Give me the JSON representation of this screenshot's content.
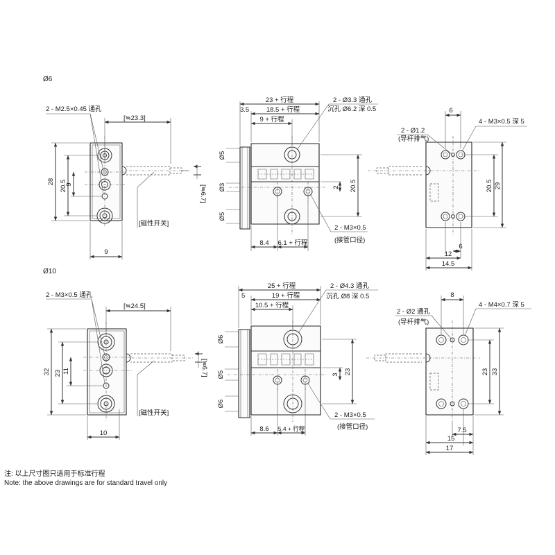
{
  "sections": {
    "d6": "Ø6",
    "d10": "Ø10"
  },
  "d6": {
    "front": {
      "label_top": "2 - M2.5×0.45 通孔",
      "dim_switch_len": "[≒23.3]",
      "dim_switch_h": "[≒6.7]",
      "dim_28": "28",
      "dim_20_5": "20.5",
      "dim_9_v": "9",
      "dim_9_h": "9",
      "label_switch": "[磁性开关]"
    },
    "side": {
      "dim_23": "23 + 行程",
      "dim_18_5": "18.5 + 行程",
      "dim_9": "9 + 行程",
      "dim_3_5": "3.5",
      "dim_d5_top": "Ø5",
      "dim_d3": "Ø3",
      "dim_d5_bot": "Ø5",
      "dim_2": "2",
      "dim_20_5": "20.5",
      "dim_8_4": "8.4",
      "dim_6_1": "6.1 + 行程",
      "label_thru": "2 - Ø3.3 通孔",
      "label_cbore": "沉孔 Ø6.2 深 0.5",
      "label_port": "2 - M3×0.5",
      "label_port_note": "(接管口径)"
    },
    "end": {
      "dim_6_top": "6",
      "label_guide": "2 - Ø1.2",
      "label_guide_note": "(导杆排气)",
      "label_tap": "4 - M3×0.5 深 5",
      "dim_20_5": "20.5",
      "dim_29": "29",
      "dim_6_bot": "6",
      "dim_12": "12",
      "dim_14_5": "14.5"
    }
  },
  "d10": {
    "front": {
      "label_top": "2 - M3×0.5 通孔",
      "dim_switch_len": "[≒24.5]",
      "dim_switch_h": "[≒6.7]",
      "dim_32": "32",
      "dim_23": "23",
      "dim_11": "11",
      "dim_10": "10",
      "label_switch": "[磁性开关]"
    },
    "side": {
      "dim_25": "25 + 行程",
      "dim_19": "19 + 行程",
      "dim_10_5": "10.5 + 行程",
      "dim_5": "5",
      "dim_d6_top": "Ø6",
      "dim_d5": "Ø5",
      "dim_d6_bot": "Ø6",
      "dim_3": "3",
      "dim_23": "23",
      "dim_8_6": "8.6",
      "dim_5_4": "5.4 + 行程",
      "label_thru": "2 - Ø4.3 通孔",
      "label_cbore": "沉孔 Ø8 深 0.5",
      "label_port": "2 - M3×0.5",
      "label_port_note": "(接管口径)"
    },
    "end": {
      "dim_8_top": "8",
      "label_guide": "2 - Ø2 通孔",
      "label_guide_note": "(导杆排气)",
      "label_tap": "4 - M4×0.7 深 5",
      "dim_23": "23",
      "dim_33": "33",
      "dim_7_5": "7.5",
      "dim_15": "15",
      "dim_17": "17"
    }
  },
  "note": {
    "cn": "注: 以上尺寸图只适用于标准行程",
    "en": "Note: the above drawings are for standard travel only"
  }
}
